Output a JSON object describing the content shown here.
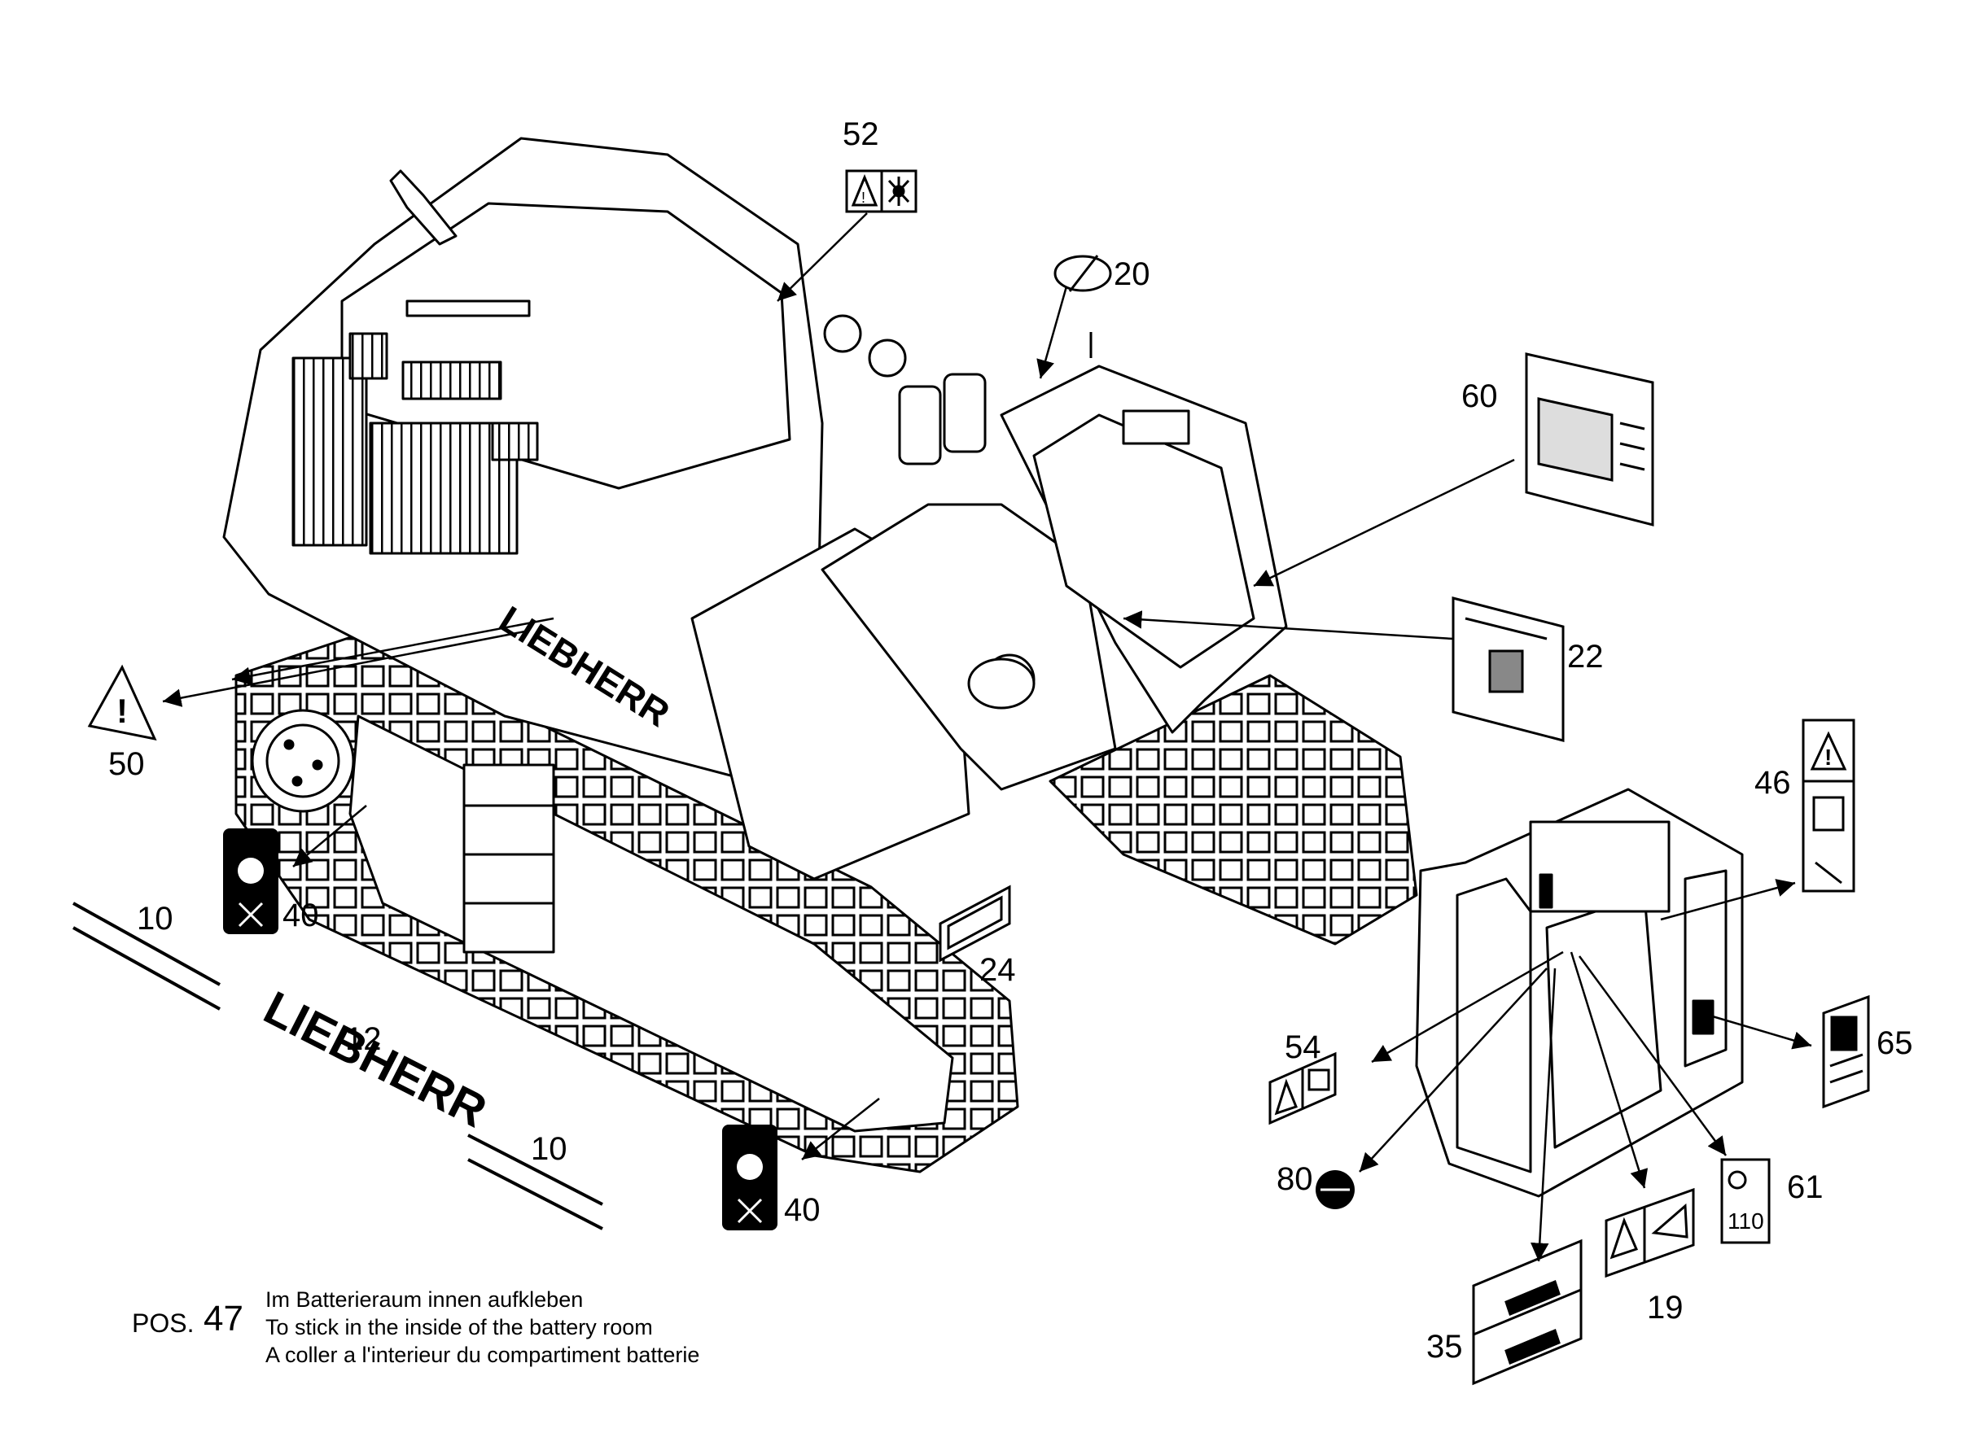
{
  "callouts": {
    "c52": "52",
    "c20": "20",
    "c60": "60",
    "c22": "22",
    "c50": "50",
    "c40a": "40",
    "c40b": "40",
    "c10a": "10",
    "c10b": "10",
    "c12": "12",
    "c24": "24",
    "c46": "46",
    "c54": "54",
    "c65": "65",
    "c80": "80",
    "c61": "61",
    "c19": "19",
    "c35": "35"
  },
  "brand_text": "LIEBHERR",
  "sticker_text": {
    "s61": "110"
  },
  "note": {
    "pos_word": "POS.",
    "pos_number": "47",
    "line_de": "Im Batterieraum innen aufkleben",
    "line_en": "To stick in the inside of the battery room",
    "line_fr": "A coller a l'interieur du compartiment batterie"
  },
  "icons": [
    "warning-triangle-icon",
    "fan-icon",
    "no-entry-icon",
    "operator-manual-icon",
    "earth-circle-icon"
  ]
}
